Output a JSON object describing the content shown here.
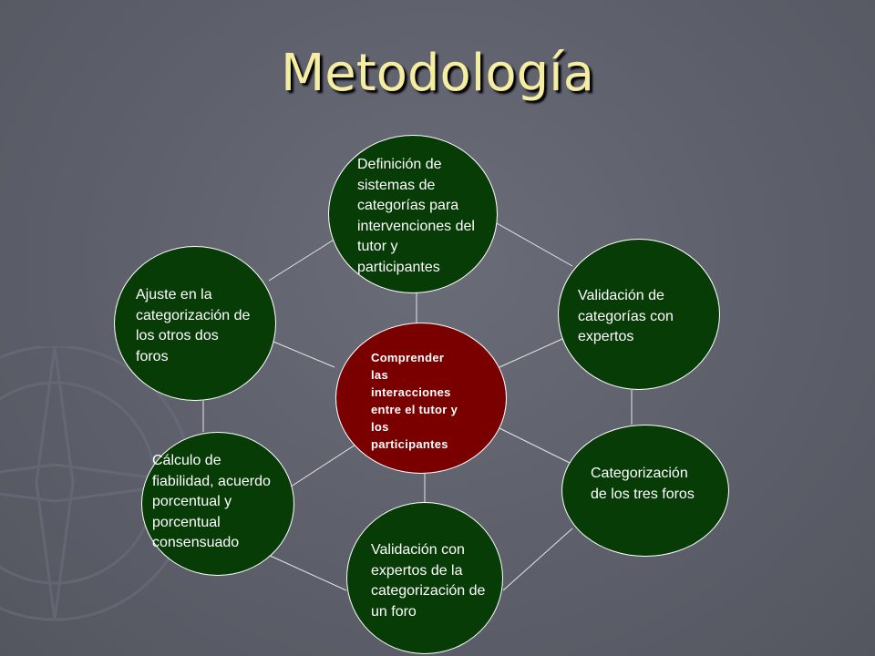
{
  "title": "Metodología",
  "colors": {
    "title": "#f4eda2",
    "outer_node": "#073c07",
    "center_node": "#7a0000",
    "lines": "#e6e6e6"
  },
  "diagram": {
    "center": "Comprender\nlas\ninteracciones\nentre el tutor y\nlos\nparticipantes",
    "nodes": {
      "definicion": "Definición de\nsistemas de\ncategorías para\nintervenciones del\ntutor y\nparticipantes",
      "validacion_categorias": "Validación de\ncategorías con\nexpertos",
      "categorizacion": "Categorización\nde los tres foros",
      "validacion_foro": "Validación con\nexpertos de la\ncategorización de\nun foro",
      "calculo": "Cálculo de\nfiabilidad, acuerdo\nporcentual y\nporcentual\nconsensuado",
      "ajuste": "Ajuste en la\ncategorización de\nlos otros dos\nforos"
    }
  }
}
